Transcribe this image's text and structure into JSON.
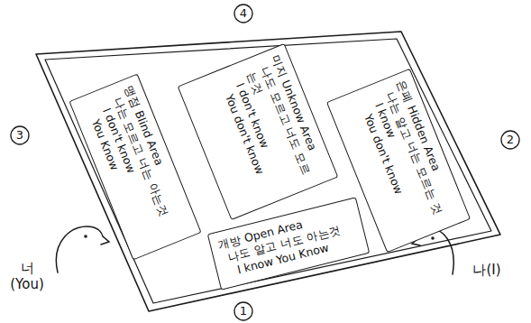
{
  "diagram": {
    "nodes": [
      {
        "text": [
          "미지 Unknow Area",
          "나도 모르고 너도 모르는것",
          "I don't know",
          "You don't know"
        ]
      },
      {
        "text": [
          "맹점 Blind Area",
          "나는 모르고 너는 아는것",
          "I don't know",
          "You Know"
        ]
      },
      {
        "text": [
          "은폐 Hidden Area",
          "나는 알고 너는 모르는 것",
          "I know",
          "You don't know"
        ]
      },
      {
        "text": [
          "개방 Open Area",
          "나도 알고 너도 아는것",
          "I know You Know"
        ]
      }
    ],
    "labels": [
      "1",
      "2",
      "3",
      "4",
      "너 (You)",
      "나(I)"
    ]
  }
}
